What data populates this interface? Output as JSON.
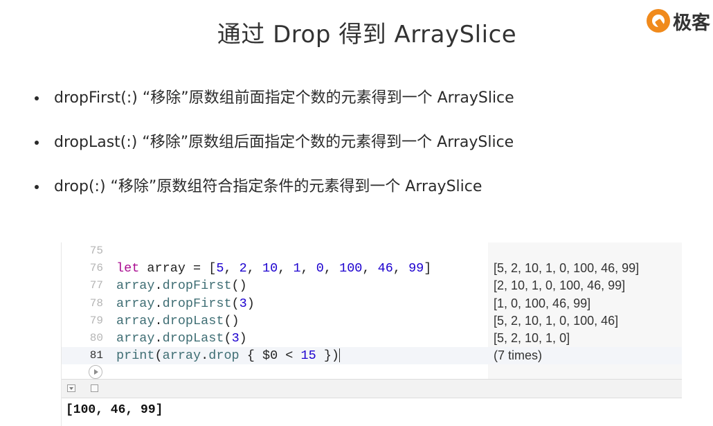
{
  "slide": {
    "title": "通过 Drop 得到 ArraySlice",
    "logo_text": "极客"
  },
  "bullets": [
    "dropFirst(:) “移除”原数组前面指定个数的元素得到一个 ArraySlice",
    "dropLast(:) “移除”原数组后面指定个数的元素得到一个 ArraySlice",
    "drop(:) “移除”原数组符合指定条件的元素得到一个 ArraySlice"
  ],
  "editor": {
    "lines": [
      {
        "no": "75",
        "code": [],
        "result": ""
      },
      {
        "no": "76",
        "code": [
          {
            "t": "let",
            "c": "kw"
          },
          {
            "t": " array = [",
            "c": ""
          },
          {
            "t": "5",
            "c": "num"
          },
          {
            "t": ", ",
            "c": ""
          },
          {
            "t": "2",
            "c": "num"
          },
          {
            "t": ", ",
            "c": ""
          },
          {
            "t": "10",
            "c": "num"
          },
          {
            "t": ", ",
            "c": ""
          },
          {
            "t": "1",
            "c": "num"
          },
          {
            "t": ", ",
            "c": ""
          },
          {
            "t": "0",
            "c": "num"
          },
          {
            "t": ", ",
            "c": ""
          },
          {
            "t": "100",
            "c": "num"
          },
          {
            "t": ", ",
            "c": ""
          },
          {
            "t": "46",
            "c": "num"
          },
          {
            "t": ", ",
            "c": ""
          },
          {
            "t": "99",
            "c": "num"
          },
          {
            "t": "]",
            "c": ""
          }
        ],
        "result": "[5, 2, 10, 1, 0, 100, 46, 99]"
      },
      {
        "no": "77",
        "code": [
          {
            "t": "array",
            "c": "fn"
          },
          {
            "t": ".",
            "c": ""
          },
          {
            "t": "dropFirst",
            "c": "fn"
          },
          {
            "t": "()",
            "c": ""
          }
        ],
        "result": "[2, 10, 1, 0, 100, 46, 99]"
      },
      {
        "no": "78",
        "code": [
          {
            "t": "array",
            "c": "fn"
          },
          {
            "t": ".",
            "c": ""
          },
          {
            "t": "dropFirst",
            "c": "fn"
          },
          {
            "t": "(",
            "c": ""
          },
          {
            "t": "3",
            "c": "num"
          },
          {
            "t": ")",
            "c": ""
          }
        ],
        "result": "[1, 0, 100, 46, 99]"
      },
      {
        "no": "79",
        "code": [
          {
            "t": "array",
            "c": "fn"
          },
          {
            "t": ".",
            "c": ""
          },
          {
            "t": "dropLast",
            "c": "fn"
          },
          {
            "t": "()",
            "c": ""
          }
        ],
        "result": "[5, 2, 10, 1, 0, 100, 46]"
      },
      {
        "no": "80",
        "code": [
          {
            "t": "array",
            "c": "fn"
          },
          {
            "t": ".",
            "c": ""
          },
          {
            "t": "dropLast",
            "c": "fn"
          },
          {
            "t": "(",
            "c": ""
          },
          {
            "t": "3",
            "c": "num"
          },
          {
            "t": ")",
            "c": ""
          }
        ],
        "result": "[5, 2, 10, 1, 0]"
      },
      {
        "no": "81",
        "current": true,
        "code": [
          {
            "t": "print",
            "c": "fn"
          },
          {
            "t": "(",
            "c": ""
          },
          {
            "t": "array",
            "c": "fn"
          },
          {
            "t": ".",
            "c": ""
          },
          {
            "t": "drop",
            "c": "fn"
          },
          {
            "t": " { $0 < ",
            "c": ""
          },
          {
            "t": "15",
            "c": "num"
          },
          {
            "t": " })",
            "c": ""
          }
        ],
        "result": "(7 times)"
      }
    ]
  },
  "console": {
    "output": "[100, 46, 99]"
  },
  "icons": {
    "run": "play-icon",
    "hide_debug": "hide-debug-area-icon",
    "clear": "clear-console-icon"
  },
  "colors": {
    "keyword": "#aa0d91",
    "number": "#1c00cf",
    "identifier": "#3f6e74",
    "logo": "#f08a1c"
  }
}
